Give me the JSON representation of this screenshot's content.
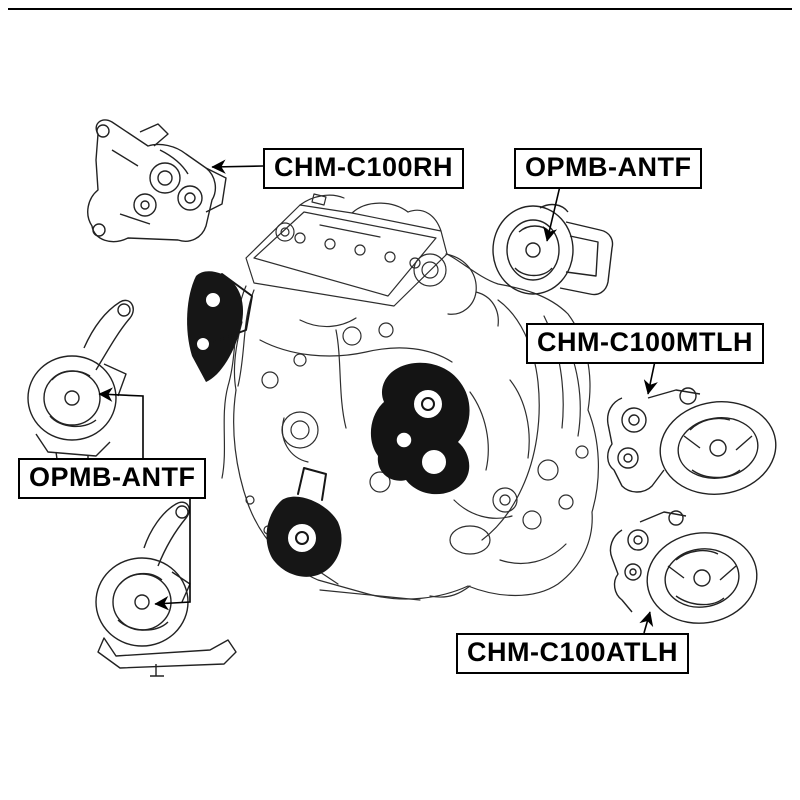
{
  "diagram": {
    "background": "#ffffff",
    "line_color": "#222222",
    "label_border_color": "#000000",
    "labels": [
      {
        "id": "label-chm-c100rh",
        "text": "CHM-C100RH"
      },
      {
        "id": "label-opmb-antf-top",
        "text": "OPMB-ANTF"
      },
      {
        "id": "label-chm-c100mtlh",
        "text": "CHM-C100MTLH"
      },
      {
        "id": "label-opmb-antf-left",
        "text": "OPMB-ANTF"
      },
      {
        "id": "label-chm-c100atlh",
        "text": "CHM-C100ATLH"
      }
    ]
  }
}
